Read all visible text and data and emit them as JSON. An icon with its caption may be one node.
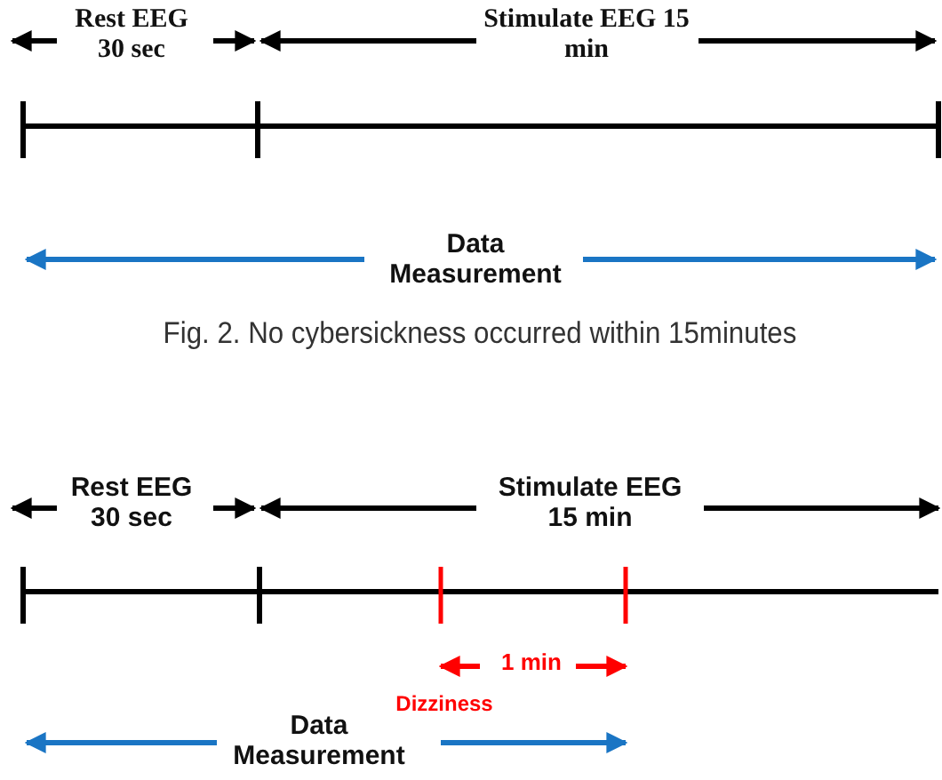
{
  "diagram": {
    "caption": "Fig. 2. No cybersickness occurred within 15minutes",
    "labels": [
      "Rest EEG 30 sec",
      "Stimulate EEG 15 min",
      "Data Measurement",
      "Rest EEG 30 sec",
      "Stimulate EEG 15 min",
      "1 min",
      "Dizziness",
      "Data Measurement"
    ]
  }
}
